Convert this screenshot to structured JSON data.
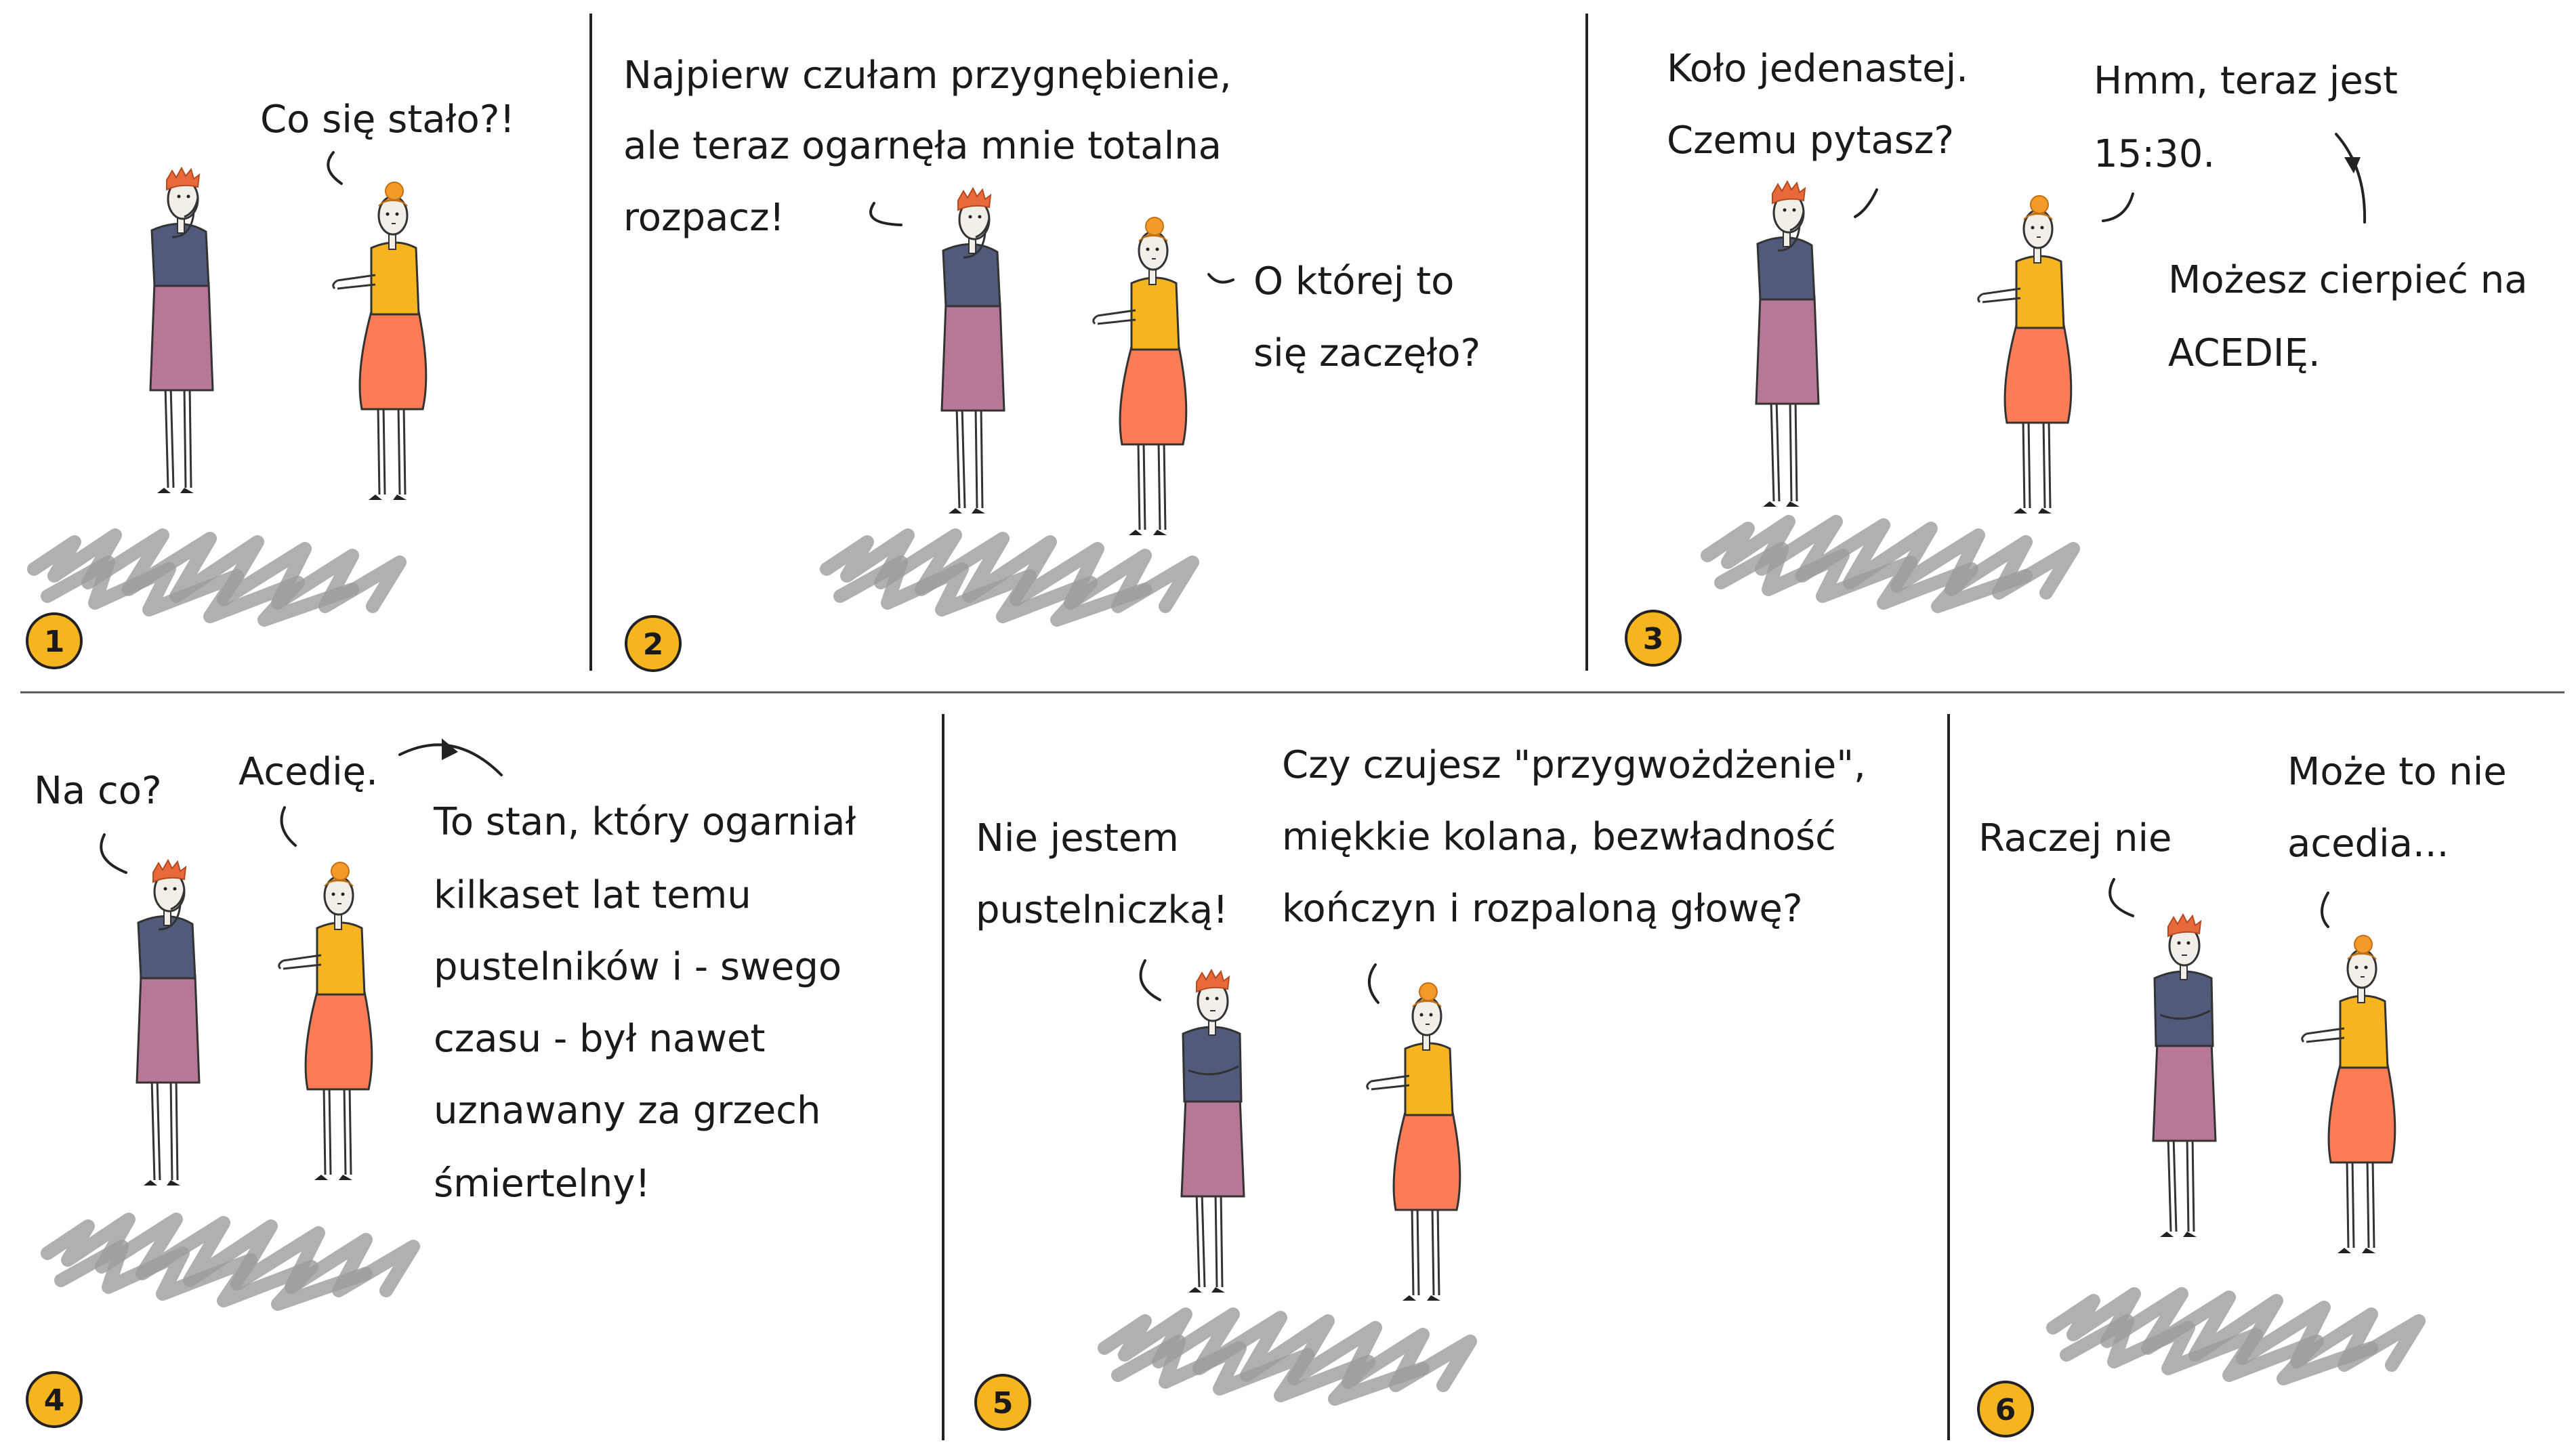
{
  "panels": [
    {
      "number": "1",
      "lines": [
        "Co się stało?!"
      ]
    },
    {
      "number": "2",
      "lines": [
        "Najpierw czułam przygnębienie,",
        "ale teraz ogarnęła mnie totalna",
        "rozpacz!",
        "O której to",
        "się zaczęło?"
      ]
    },
    {
      "number": "3",
      "lines": [
        "Koło jedenastej.",
        "Czemu pytasz?",
        "Hmm, teraz jest",
        "15:30.",
        "Możesz cierpieć na",
        "ACEDIĘ."
      ]
    },
    {
      "number": "4",
      "lines": [
        "Na co?",
        "Acedię.",
        "To stan, który ogarniał",
        "kilkaset lat temu",
        "pustelników i - swego",
        "czasu - był nawet",
        "uznawany za grzech",
        "śmiertelny!"
      ]
    },
    {
      "number": "5",
      "lines": [
        "Nie jestem",
        "pustelniczką!",
        "Czy czujesz  \"przygwożdżenie\",",
        "miękkie kolana, bezwładność",
        "kończyn i rozpaloną głowę?"
      ]
    },
    {
      "number": "6",
      "lines": [
        "Raczej nie",
        "Może to nie",
        "acedia..."
      ]
    }
  ],
  "colors": {
    "badge": "#f6b51e",
    "jacket": "#525a7c",
    "skirt_mauve": "#b67894",
    "sweater": "#f6b51e",
    "skirt_orange": "#fb7c55",
    "hair": "#e86a3a",
    "shadow": "#9c9c9c"
  }
}
